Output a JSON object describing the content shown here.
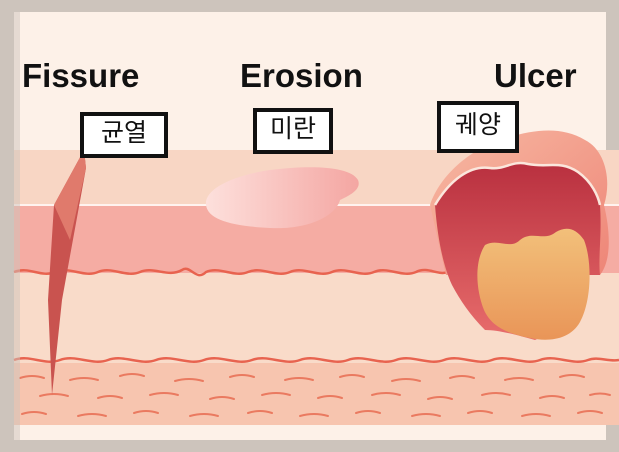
{
  "labels": {
    "fissure": {
      "en": "Fissure",
      "ko": "균열"
    },
    "erosion": {
      "en": "Erosion",
      "ko": "미란"
    },
    "ulcer": {
      "en": "Ulcer",
      "ko": "궤양"
    }
  },
  "colors": {
    "frame": "#cdc4bc",
    "background": "#fdf1e8",
    "surface_top": "#f9d7c6",
    "epidermis": "#f6b0a5",
    "dermis": "#f9dccb",
    "deep_layer": "#f8c8b2",
    "wave_line": "#e8634f",
    "wound_dark": "#c94a52",
    "wound_light": "#efb06e"
  }
}
